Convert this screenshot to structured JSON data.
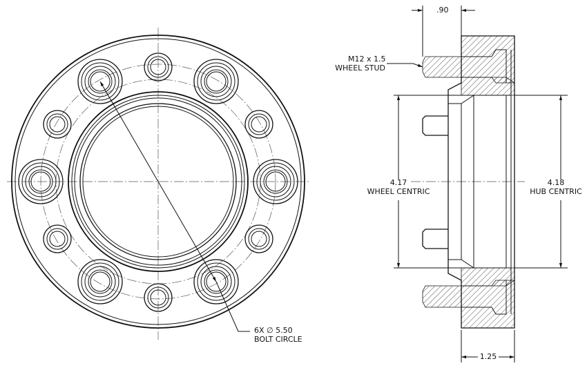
{
  "drawing": {
    "dimensions": {
      "flange_thickness": ".90",
      "stud_callout_size": "M12 x 1.5",
      "stud_callout_label": "WHEEL STUD",
      "wheel_centric_value": "4.17",
      "wheel_centric_label": "WHEEL CENTRIC",
      "hub_centric_value": "4.18",
      "hub_centric_label": "HUB CENTRIC",
      "bolt_circle_value": "6X ∅ 5.50",
      "bolt_circle_label": "BOLT CIRCLE",
      "overall_thickness": "1.25"
    }
  }
}
